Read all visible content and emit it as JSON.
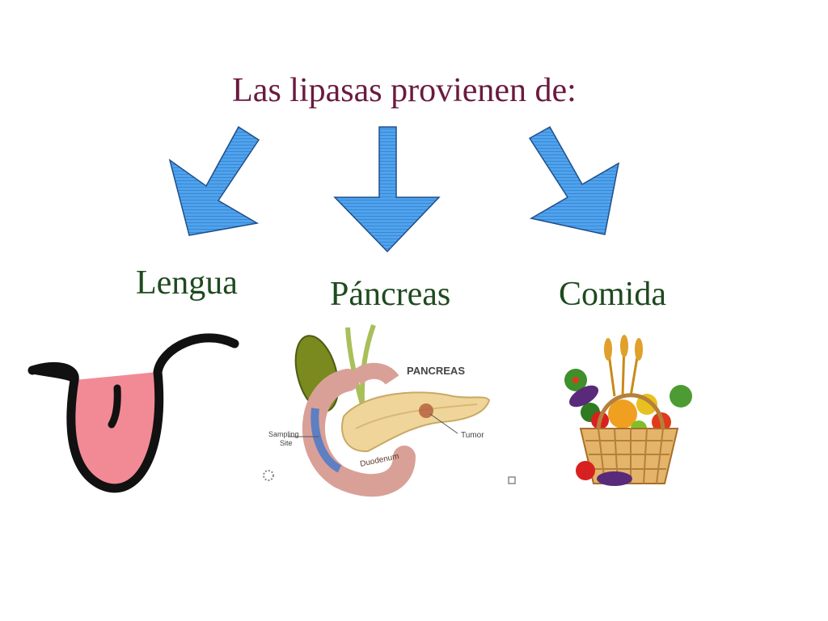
{
  "title": "Las lipasas provienen de:",
  "sources": [
    {
      "label": "Lengua",
      "image": "tongue-drawing"
    },
    {
      "label": "Páncreas",
      "image": "pancreas-illustration"
    },
    {
      "label": "Comida",
      "image": "vegetable-basket"
    }
  ],
  "pancreas_illustration": {
    "heading": "PANCREAS",
    "tumor_label": "Tumor",
    "sampling_label_line1": "Sampling",
    "sampling_label_line2": "Site",
    "duodenum_label": "Duodenum"
  },
  "colors": {
    "title": "#6b1a3f",
    "labels": "#1f4a1f",
    "arrow_fill": "#4a9ee8",
    "arrow_stroke": "#1f4f8a"
  }
}
